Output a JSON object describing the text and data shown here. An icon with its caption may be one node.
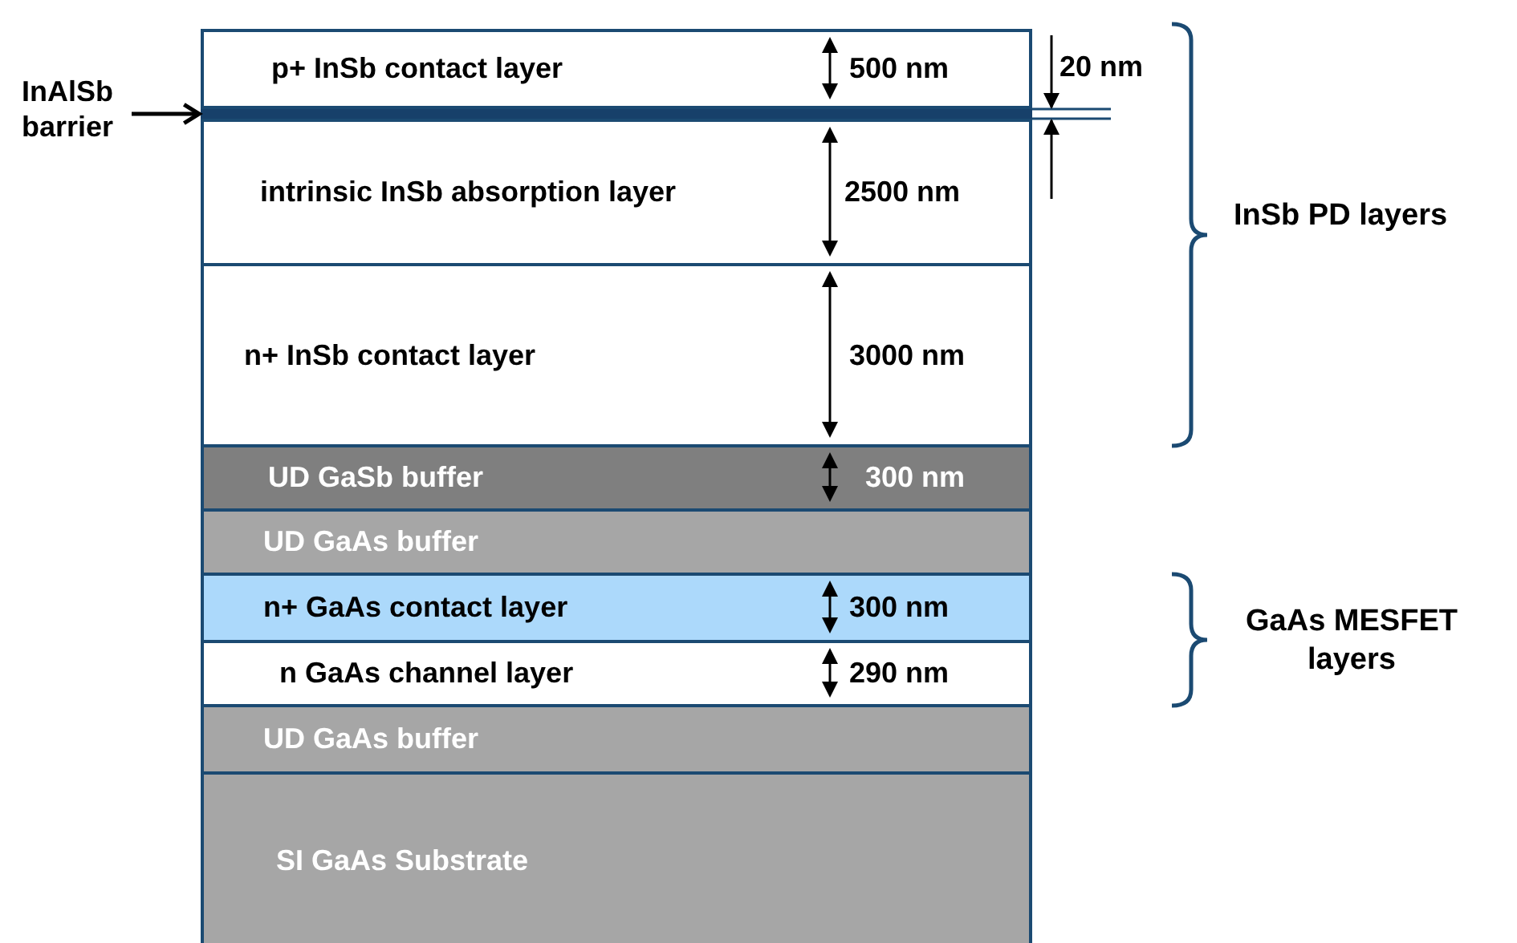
{
  "diagram": {
    "nodes": [
      {
        "text": [
          "InAlSb barrier"
        ]
      },
      {
        "text": [
          "p+ InSb contact layer",
          "500 nm"
        ]
      },
      {
        "text": [],
        "shape": "bar",
        "beside": [
          "20 nm"
        ]
      },
      {
        "text": [
          "intrinsic InSb absorption layer",
          "2500 nm"
        ]
      },
      {
        "text": [
          "n+ InSb contact layer",
          "3000 nm"
        ]
      },
      {
        "text": [
          "UD GaSb buffer",
          "300 nm"
        ]
      },
      {
        "text": [
          "UD GaAs buffer"
        ]
      },
      {
        "text": [
          "n+ GaAs contact layer",
          "300 nm"
        ]
      },
      {
        "text": [
          "n GaAs channel layer",
          "290 nm"
        ]
      },
      {
        "text": [
          "UD GaAs buffer"
        ]
      },
      {
        "text": [
          "SI GaAs Substrate"
        ]
      }
    ],
    "edges": [
      {
        "from": 0,
        "to": 2,
        "arrow": "to"
      }
    ],
    "labels": [
      "InSb PD layers",
      "GaAs MESFET layers"
    ]
  }
}
